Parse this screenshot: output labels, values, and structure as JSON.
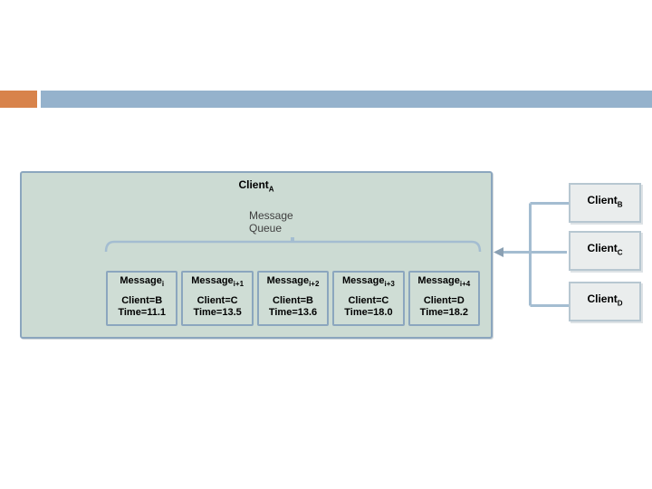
{
  "diagram": {
    "client_a": {
      "label": "Client",
      "sub": "A"
    },
    "queue_label": {
      "line1": "Message",
      "line2": "Queue"
    },
    "messages": [
      {
        "label": "Message",
        "sub": "i",
        "client": "Client=B",
        "time": "Time=11.1"
      },
      {
        "label": "Message",
        "sub": "i+1",
        "client": "Client=C",
        "time": "Time=13.5"
      },
      {
        "label": "Message",
        "sub": "i+2",
        "client": "Client=B",
        "time": "Time=13.6"
      },
      {
        "label": "Message",
        "sub": "i+3",
        "client": "Client=C",
        "time": "Time=18.0"
      },
      {
        "label": "Message",
        "sub": "i+4",
        "client": "Client=D",
        "time": "Time=18.2"
      }
    ],
    "clients": [
      {
        "label": "Client",
        "sub": "B"
      },
      {
        "label": "Client",
        "sub": "C"
      },
      {
        "label": "Client",
        "sub": "D"
      }
    ],
    "colors": {
      "accent_orange": "#d8834b",
      "accent_blue": "#95b2cc",
      "box_fill": "#ccdbd3",
      "box_border": "#8ba6be",
      "client_box_fill": "#eaeded",
      "client_box_border": "#b7c7d1",
      "connector": "#a4bdd1",
      "arrow": "#8aa0b3",
      "queue_label_text": "#3f3f3f"
    }
  }
}
